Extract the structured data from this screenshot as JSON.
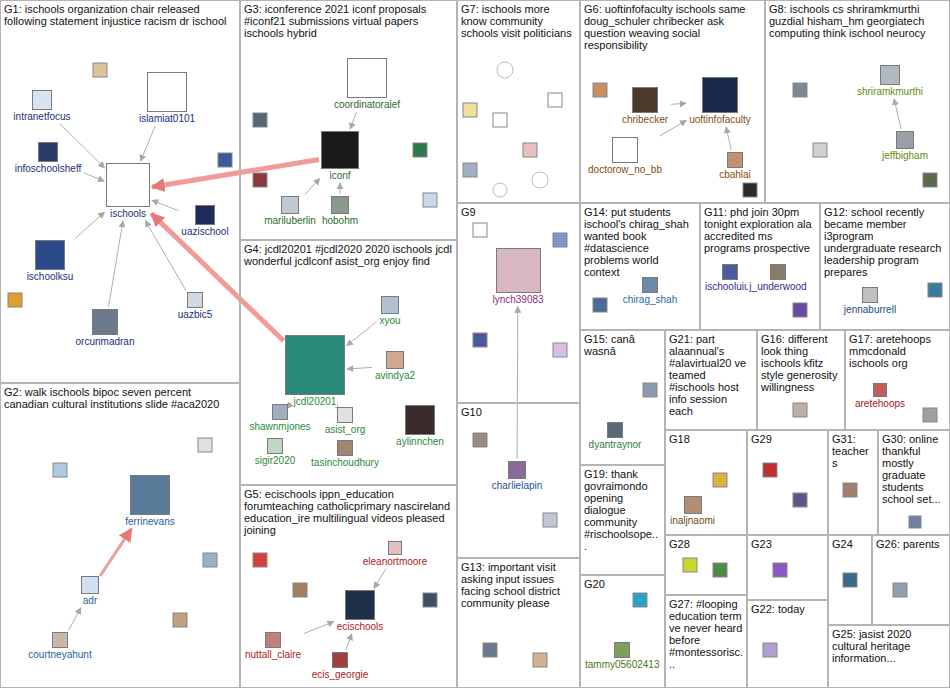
{
  "diagram": {
    "nodes": [
      {
        "text": [
          "G1: ischools organization chair released following statement injustice racism dr ischool"
        ]
      },
      {
        "text": [
          "G3: iconference 2021 iconf proposals #iconf21 submissions virtual papers ischools hybrid"
        ]
      },
      {
        "text": [
          "G7: ischools more know community schools visit politicians"
        ]
      },
      {
        "text": [
          "G6: uoftinfofaculty ischools same doug_schuler chribecker ask question weaving social responsibility"
        ]
      },
      {
        "text": [
          "G8: ischools cs shriramkmurthi guzdial hisham_hm georgiatech computing think ischool neurocy"
        ]
      },
      {
        "text": [
          "G2: walk ischools bipoc seven percent canadian cultural institutions slide #aca2020"
        ]
      },
      {
        "text": [
          "G4: jcdl20201 #jcdl2020 2020 ischools jcdl wonderful jcdlconf asist_org enjoy find"
        ]
      },
      {
        "text": [
          "G9"
        ]
      },
      {
        "text": [
          "G14: put students ischool's chirag_shah wanted book #datascience problems world context"
        ]
      },
      {
        "text": [
          "G11: phd join 30pm tonight exploration ala accredited ms programs prospective"
        ]
      },
      {
        "text": [
          "G12: school recently became member i3program undergraduate research leadership program prepares"
        ]
      },
      {
        "text": [
          "G5: ecischools ippn_education forumteaching catholicprimary nascireland education_ire multilingual videos pleased joining"
        ]
      },
      {
        "text": [
          "G10"
        ]
      },
      {
        "text": [
          "G15: canâ wasnâ"
        ]
      },
      {
        "text": [
          "G21: part alaannual's #alavirtual20 ve teamed #ischools host info session each"
        ]
      },
      {
        "text": [
          "G16: different look thing ischools kfitz style generosity willingness"
        ]
      },
      {
        "text": [
          "G17: aretehoops mmcdonald ischools org"
        ]
      },
      {
        "text": [
          "G13: important visit asking input issues facing school district community please"
        ]
      },
      {
        "text": [
          "G19: thank govraimondo opening dialogue community #rischoolsope..."
        ]
      },
      {
        "text": [
          "G18"
        ]
      },
      {
        "text": [
          "G29"
        ]
      },
      {
        "text": [
          "G31: teachers"
        ]
      },
      {
        "text": [
          "G30: online thankful mostly graduate students school set..."
        ]
      },
      {
        "text": [
          "G20"
        ]
      },
      {
        "text": [
          "G28"
        ]
      },
      {
        "text": [
          "G23"
        ]
      },
      {
        "text": [
          "G24"
        ]
      },
      {
        "text": [
          "G26: parents"
        ]
      },
      {
        "text": [
          "G27: #looping education term ve never heard before #montessorisc..."
        ]
      },
      {
        "text": [
          "G22: today"
        ]
      },
      {
        "text": [
          "G25: jasist 2020 cultural heritage information..."
        ]
      },
      {
        "text": [
          "intranetfocus"
        ],
        "in": 0
      },
      {
        "text": [
          "infoschoolsheff"
        ],
        "in": 0
      },
      {
        "text": [
          "islamiat0101"
        ],
        "in": 0
      },
      {
        "text": [
          "ischools"
        ],
        "in": 0
      },
      {
        "text": [
          "uazischool"
        ],
        "in": 0
      },
      {
        "text": [
          "uazbic5"
        ],
        "in": 0
      },
      {
        "text": [
          "ischoolksu"
        ],
        "in": 0
      },
      {
        "text": [
          "orcunmadran"
        ],
        "in": 0
      },
      {
        "text": [
          "coordinatoraief"
        ],
        "in": 1
      },
      {
        "text": [
          "iconf"
        ],
        "in": 1
      },
      {
        "text": [
          "mariluberlin"
        ],
        "in": 1
      },
      {
        "text": [
          "hobohm"
        ],
        "in": 1
      },
      {
        "text": [
          "doctorow_no_bb"
        ],
        "in": 3
      },
      {
        "text": [
          "chribecker"
        ],
        "in": 3
      },
      {
        "text": [
          "uoftinfofaculty"
        ],
        "in": 3
      },
      {
        "text": [
          "cbahlai"
        ],
        "in": 3
      },
      {
        "text": [
          "shriramkmurthi"
        ],
        "in": 4
      },
      {
        "text": [
          "jeffbigham"
        ],
        "in": 4
      },
      {
        "text": [
          "ferrinevans"
        ],
        "in": 5
      },
      {
        "text": [
          "adr"
        ],
        "in": 5
      },
      {
        "text": [
          "courtneyahunt"
        ],
        "in": 5
      },
      {
        "text": [
          "xyou"
        ],
        "in": 6
      },
      {
        "text": [
          "jcdl20201"
        ],
        "in": 6
      },
      {
        "text": [
          "avindya2"
        ],
        "in": 6
      },
      {
        "text": [
          "shawnmjones"
        ],
        "in": 6
      },
      {
        "text": [
          "asist_org"
        ],
        "in": 6
      },
      {
        "text": [
          "aylinnchen"
        ],
        "in": 6
      },
      {
        "text": [
          "sigir2020"
        ],
        "in": 6
      },
      {
        "text": [
          "tasinchoudhury"
        ],
        "in": 6
      },
      {
        "text": [
          "lynch39083"
        ],
        "in": 7
      },
      {
        "text": [
          "chirag_shah"
        ],
        "in": 8
      },
      {
        "text": [
          "ischooluiuc"
        ],
        "in": 9
      },
      {
        "text": [
          "j_underwood"
        ],
        "in": 9
      },
      {
        "text": [
          "jennaburrell"
        ],
        "in": 10
      },
      {
        "text": [
          "eleanortmoore"
        ],
        "in": 11
      },
      {
        "text": [
          "ecischools"
        ],
        "in": 11
      },
      {
        "text": [
          "nuttall_claire"
        ],
        "in": 11
      },
      {
        "text": [
          "ecis_georgie"
        ],
        "in": 11
      },
      {
        "text": [
          "charlielapin"
        ],
        "in": 12
      },
      {
        "text": [
          "dyantraynor"
        ],
        "in": 13
      },
      {
        "text": [
          "aretehoops"
        ],
        "in": 16
      },
      {
        "text": [
          "inaljnaomi"
        ],
        "in": 19
      },
      {
        "text": [
          "tammy05602413"
        ],
        "in": 23
      }
    ],
    "edges": [
      {
        "from": 40,
        "to": 34,
        "arrow": "to"
      },
      {
        "from": 53,
        "to": 34,
        "arrow": "to"
      },
      {
        "from": 39,
        "to": 40,
        "arrow": "to"
      },
      {
        "from": 42,
        "to": 40,
        "arrow": "to"
      },
      {
        "from": 41,
        "to": 40,
        "arrow": "to"
      },
      {
        "from": 33,
        "to": 34,
        "arrow": "to"
      },
      {
        "from": 31,
        "to": 34,
        "arrow": "to"
      },
      {
        "from": 32,
        "to": 34,
        "arrow": "to"
      },
      {
        "from": 35,
        "to": 34,
        "arrow": "to"
      },
      {
        "from": 36,
        "to": 34,
        "arrow": "to"
      },
      {
        "from": 37,
        "to": 34,
        "arrow": "to"
      },
      {
        "from": 38,
        "to": 34,
        "arrow": "to"
      },
      {
        "from": 50,
        "to": 49,
        "arrow": "to"
      },
      {
        "from": 51,
        "to": 50,
        "arrow": "to"
      },
      {
        "from": 69,
        "to": 60,
        "arrow": "to"
      },
      {
        "from": 65,
        "to": 66,
        "arrow": "to"
      },
      {
        "from": 67,
        "to": 66,
        "arrow": "to"
      },
      {
        "from": 68,
        "to": 66,
        "arrow": "to"
      },
      {
        "from": 44,
        "to": 45,
        "arrow": "to"
      },
      {
        "from": 46,
        "to": 45,
        "arrow": "to"
      },
      {
        "from": 43,
        "to": 45,
        "arrow": "to"
      },
      {
        "from": 52,
        "to": 53,
        "arrow": "to"
      },
      {
        "from": 54,
        "to": 53,
        "arrow": "to"
      },
      {
        "from": 55,
        "to": 53,
        "arrow": "to"
      },
      {
        "from": 56,
        "to": 53,
        "arrow": "to"
      },
      {
        "from": 48,
        "to": 47,
        "arrow": "to"
      }
    ]
  }
}
